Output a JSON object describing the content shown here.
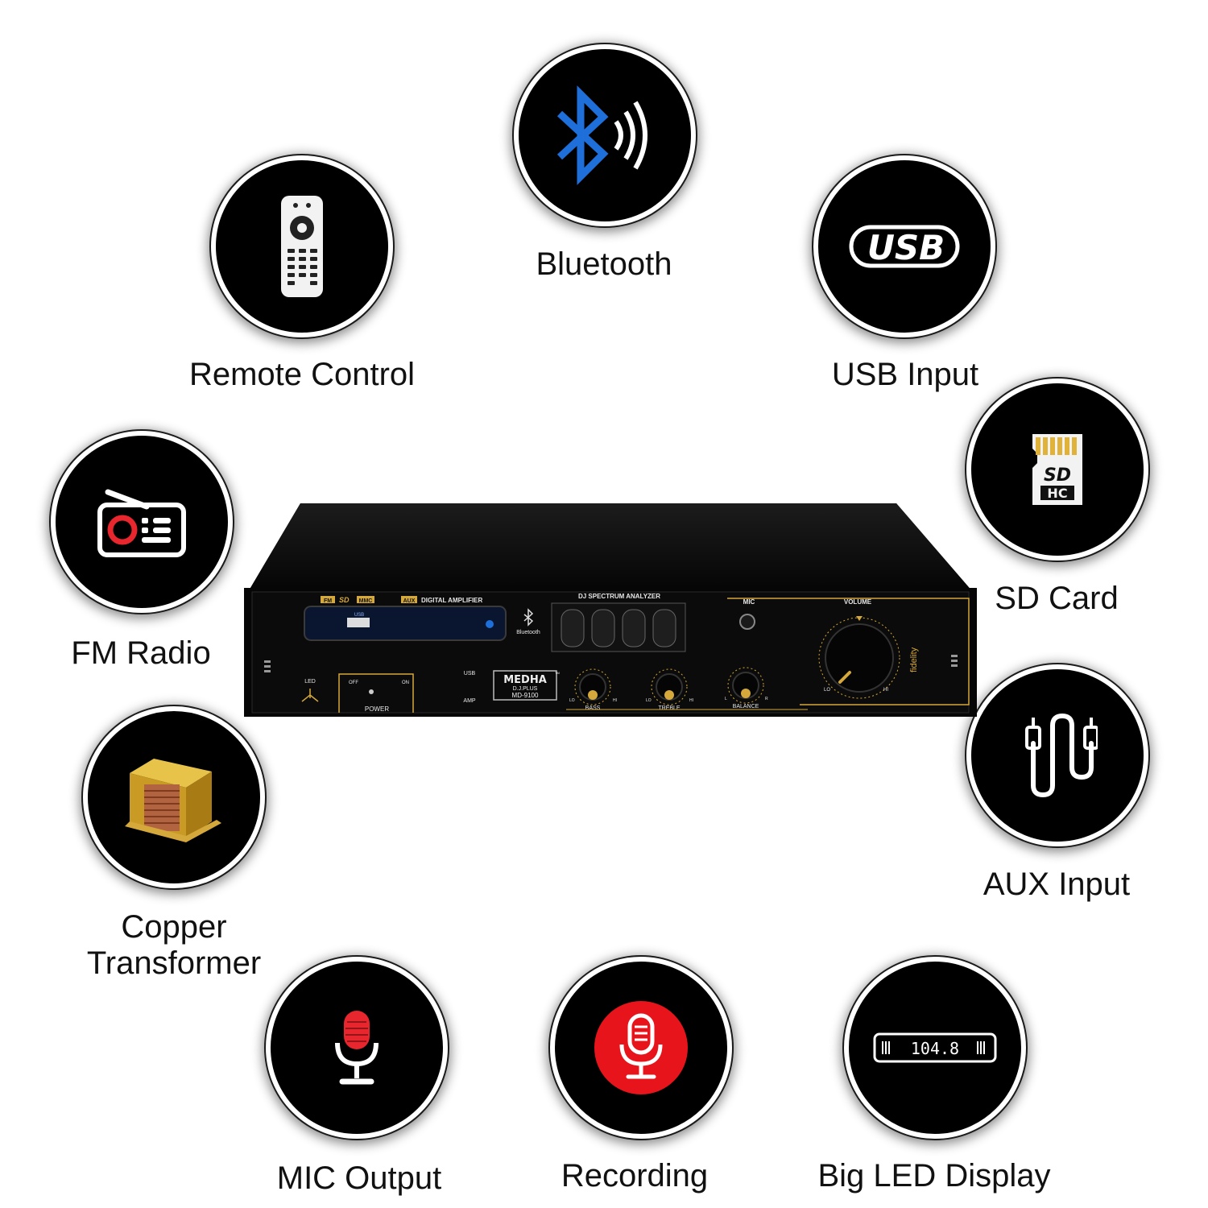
{
  "features": {
    "bluetooth": {
      "label": "Bluetooth",
      "icon": "bluetooth-icon"
    },
    "remote": {
      "label": "Remote Control",
      "icon": "remote-control-icon"
    },
    "usb": {
      "label": "USB Input",
      "icon": "usb-icon",
      "icon_text": "USB"
    },
    "sd": {
      "label": "SD Card",
      "icon": "sd-card-icon",
      "icon_text_top": "SD",
      "icon_text_bottom": "HC"
    },
    "fm": {
      "label": "FM Radio",
      "icon": "radio-icon"
    },
    "transformer": {
      "label_line1": "Copper",
      "label_line2": "Transformer",
      "icon": "transformer-icon"
    },
    "aux": {
      "label": "AUX Input",
      "icon": "aux-cable-icon"
    },
    "mic": {
      "label": "MIC Output",
      "icon": "microphone-icon"
    },
    "recording": {
      "label": "Recording",
      "icon": "recording-mic-icon"
    },
    "display": {
      "label": "Big LED Display",
      "icon": "led-display-icon",
      "readout": "104.8"
    }
  },
  "amplifier": {
    "brand": "MEDHA",
    "trademark": "TM",
    "subtitle": "D.J.PLUS",
    "model": "MD-9100",
    "badges": [
      "FM",
      "SD",
      "MMC",
      "AUX"
    ],
    "digital_amp_label": "DIGITAL AMPLIFIER",
    "usb_slot_label": "USB",
    "bluetooth_label": "Bluetooth",
    "spectrum_title": "DJ SPECTRUM ANALYZER",
    "mic_label": "MIC",
    "volume_label": "VOLUME",
    "led_label": "LED",
    "off_label": "OFF",
    "on_label": "ON",
    "power_label": "POWER",
    "mode_usb_label": "USB",
    "mode_amp_label": "AMP",
    "lo_label": "LO",
    "hi_label": "HI",
    "l_label": "L",
    "r_label": "R",
    "bass_label": "BASS",
    "treble_label": "TREBLE",
    "balance_label": "BALANCE",
    "fidelity_label": "fidelity"
  },
  "colors": {
    "bluetooth_blue": "#1e6fd9",
    "radio_red": "#e8262d",
    "record_red": "#e8141b",
    "gold": "#d4a83a",
    "sd_gold": "#e0b23a"
  }
}
